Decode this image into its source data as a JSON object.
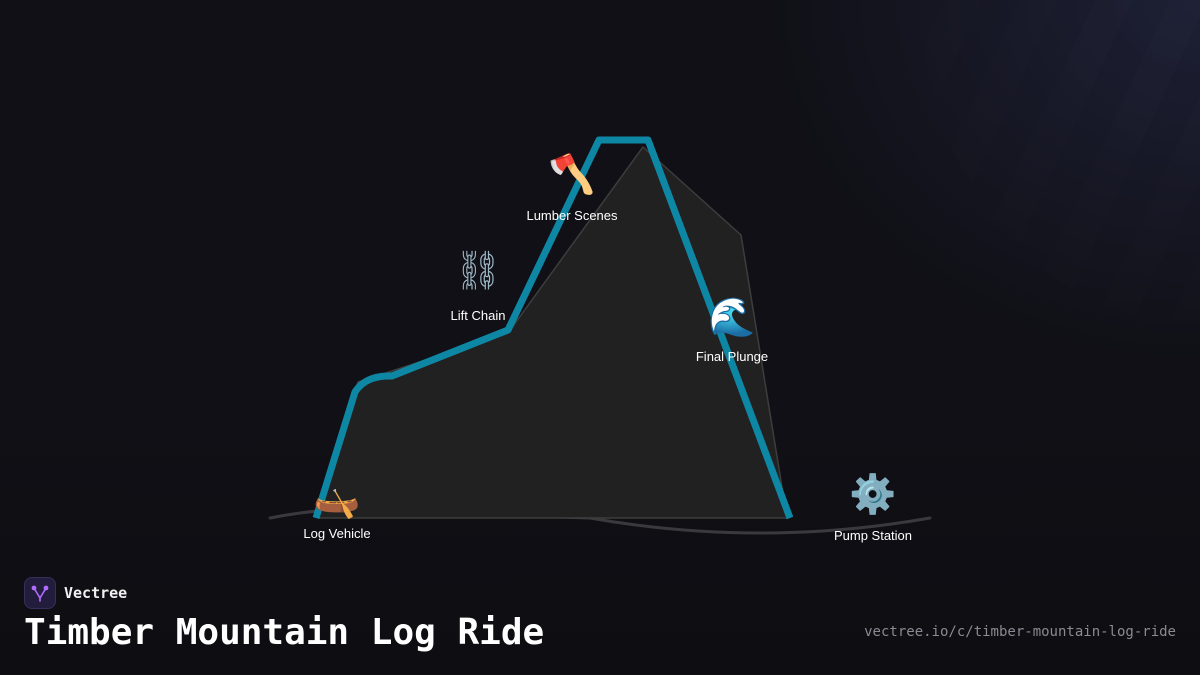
{
  "diagram": {
    "nodes": [
      {
        "id": "log-vehicle",
        "label": "Log Vehicle",
        "icon": "canoe-icon",
        "glyph": "🛶"
      },
      {
        "id": "lift-chain",
        "label": "Lift Chain",
        "icon": "chain-icon",
        "glyph": "⛓"
      },
      {
        "id": "lumber-scenes",
        "label": "Lumber Scenes",
        "icon": "axe-icon",
        "glyph": "🪓"
      },
      {
        "id": "final-plunge",
        "label": "Final Plunge",
        "icon": "water-wave-icon",
        "glyph": "🌊"
      },
      {
        "id": "pump-station",
        "label": "Pump Station",
        "icon": "gear-icon",
        "glyph": "⚙️"
      }
    ],
    "colors": {
      "track": "#0e87a5",
      "mountain": "#212121",
      "mountain_edge": "#3d3d3d",
      "ground": "#3a3a3e"
    }
  },
  "brand": {
    "name": "Vectree",
    "logo_color": "#b06cff"
  },
  "title": "Timber Mountain Log Ride",
  "url": "vectree.io/c/timber-mountain-log-ride"
}
